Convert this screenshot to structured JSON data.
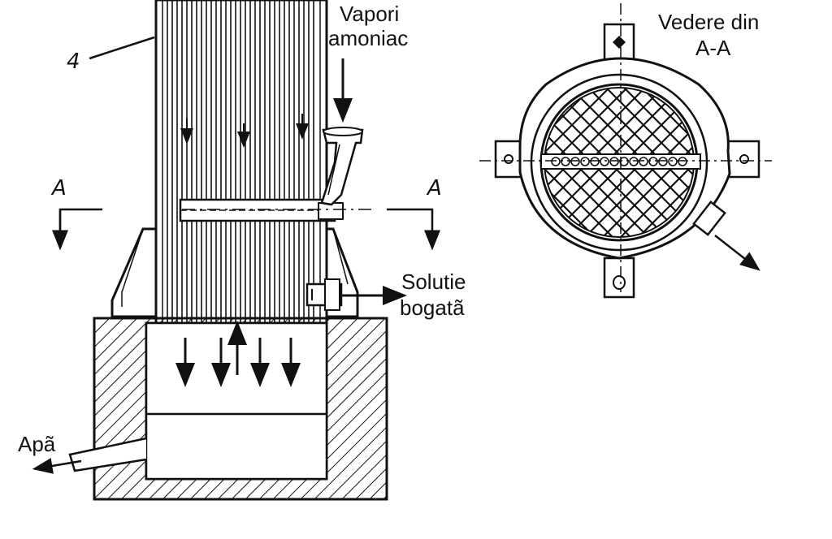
{
  "diagram": {
    "labels": {
      "vapori_line1": "Vapori",
      "vapori_line2": "amoniac",
      "vedere_line1": "Vedere din",
      "vedere_line2": "A-A",
      "solutie_line1": "Solutie",
      "solutie_line2": "bogatã",
      "apa": "Apã",
      "part_number": "4",
      "section_left": "A",
      "section_right": "A"
    },
    "colors": {
      "ink": "#111111",
      "background": "#ffffff"
    }
  }
}
